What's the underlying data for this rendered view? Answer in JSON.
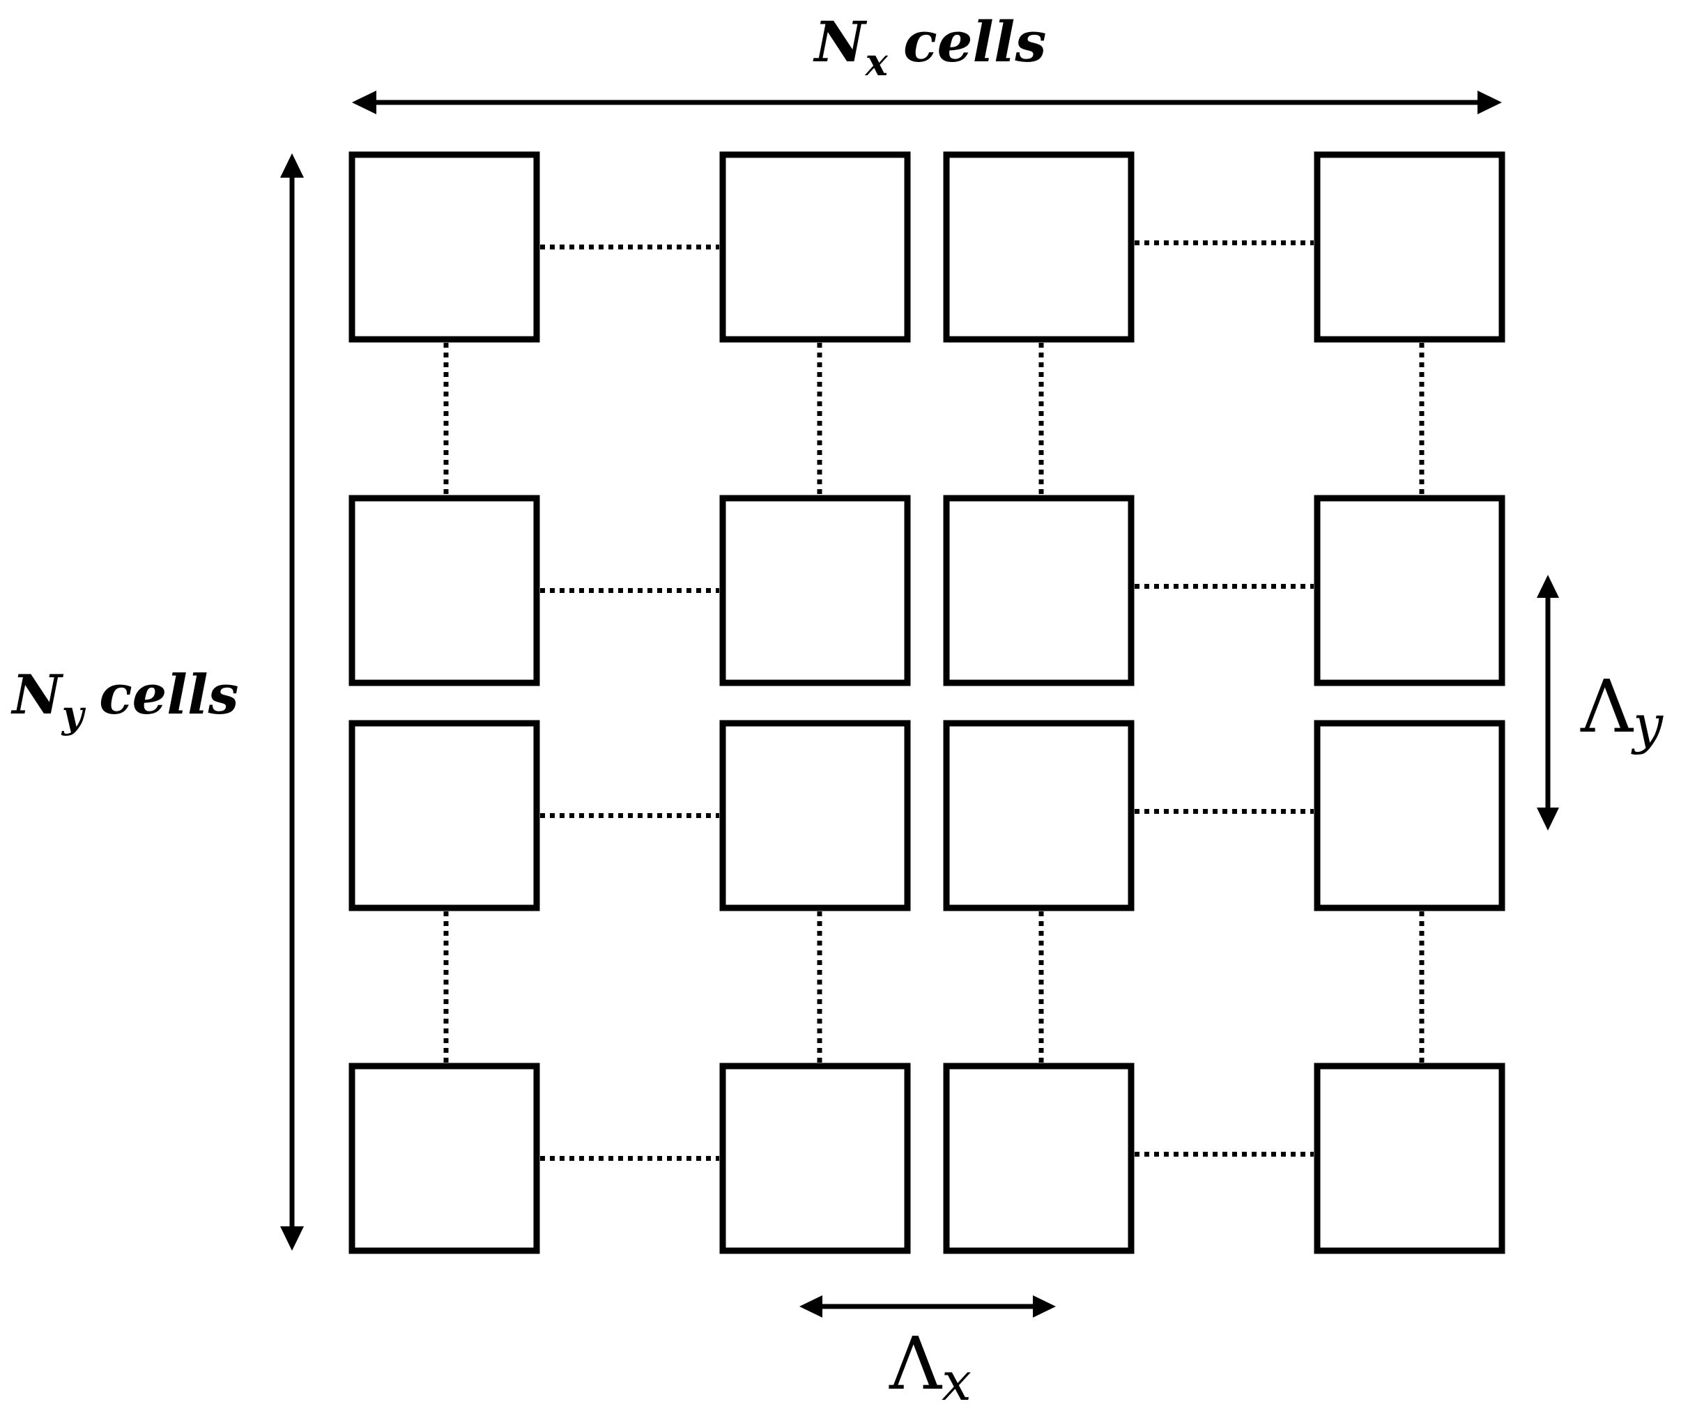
{
  "labels": {
    "nx_symbol": "N",
    "nx_subscript": "x",
    "nx_word": "cells",
    "ny_symbol": "N",
    "ny_subscript": "y",
    "ny_word": "cells",
    "lambda_x_symbol": "Λ",
    "lambda_x_subscript": "x",
    "lambda_y_symbol": "Λ",
    "lambda_y_subscript": "y"
  },
  "grid": {
    "rows": 4,
    "columns": 4
  },
  "colors": {
    "stroke": "#000000",
    "cell_fill": "#ffffff",
    "background": "#ffffff"
  }
}
